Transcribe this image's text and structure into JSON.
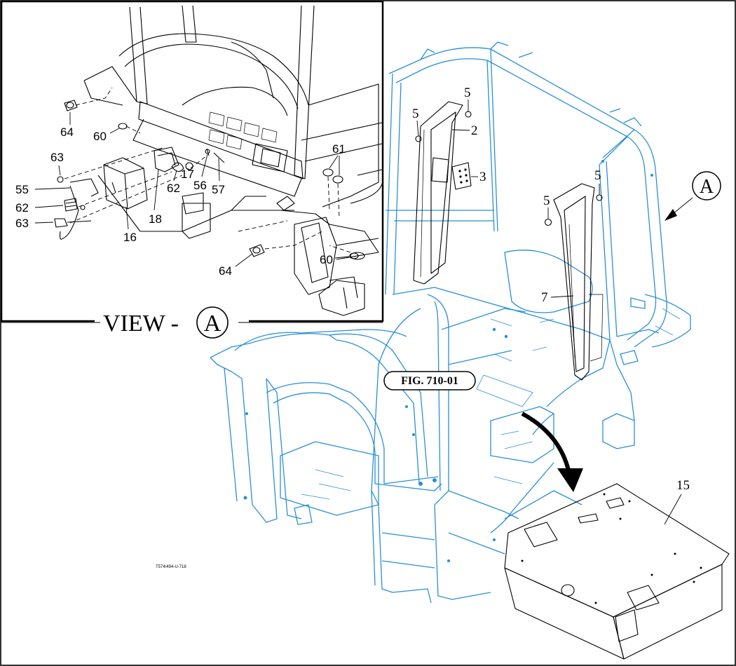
{
  "view_label": {
    "prefix": "VIEW -",
    "letter": "A"
  },
  "view_pointer": {
    "letter": "A"
  },
  "figure_ref": "FIG. 710-01",
  "drawing_code": "T574/494-U-718",
  "callouts": {
    "c64a": "64",
    "c60a": "60",
    "c63a": "63",
    "c55": "55",
    "c62a": "62",
    "c63b": "63",
    "c16": "16",
    "c18": "18",
    "c62b": "62",
    "c17": "17",
    "c56": "56",
    "c57": "57",
    "c61": "61",
    "c60b": "60",
    "c64b": "64",
    "c5a": "5",
    "c5b": "5",
    "c2": "2",
    "c3": "3",
    "c5c": "5",
    "c5d": "5",
    "c7": "7",
    "c15": "15"
  },
  "colors": {
    "cab_line": "#2a8fd6",
    "ink": "#000000"
  }
}
